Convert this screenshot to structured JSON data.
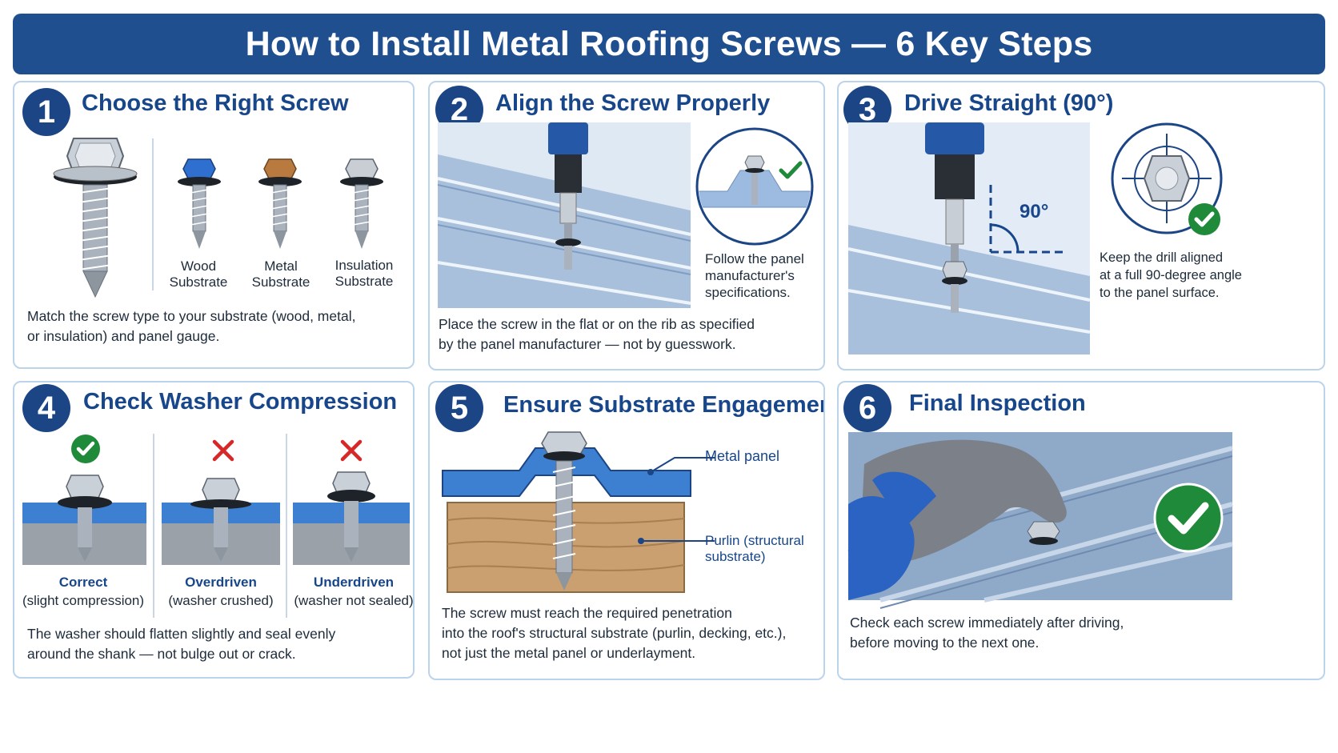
{
  "title": "How to Install Metal Roofing Screws — 6 Key Steps",
  "steps": [
    {
      "number": "1",
      "title": "Choose the Right Screw",
      "substrates": [
        {
          "line1": "Wood",
          "line2": "Substrate",
          "color": "#2f6fcf"
        },
        {
          "line1": "Metal",
          "line2": "Substrate",
          "color": "#b87a3f"
        },
        {
          "line1": "Insulation",
          "line2": "Substrate",
          "color": "#c9ced4"
        }
      ],
      "caption": [
        "Match the screw type to your substrate (wood, metal,",
        "or insulation) and panel gauge."
      ]
    },
    {
      "number": "2",
      "title": "Align the Screw Properly",
      "side_note": [
        "Follow the panel",
        "manufacturer's",
        "specifications."
      ],
      "caption": [
        "Place the screw in the flat or on the rib as specified",
        "by the panel manufacturer — not by guesswork."
      ]
    },
    {
      "number": "3",
      "title": "Drive Straight (90°)",
      "angle_label": "90°",
      "side_note": [
        "Keep the drill aligned",
        "at a full 90-degree angle",
        "to the panel surface."
      ]
    },
    {
      "number": "4",
      "title": "Check Washer Compression",
      "states": [
        {
          "label": "Correct",
          "detail": "(slight compression)",
          "status": "ok"
        },
        {
          "label": "Overdriven",
          "detail": "(washer crushed)",
          "status": "bad"
        },
        {
          "label": "Underdriven",
          "detail": "(washer not sealed)",
          "status": "bad"
        }
      ],
      "caption": [
        "The washer should flatten slightly and seal evenly",
        "around the shank — not bulge out or crack."
      ]
    },
    {
      "number": "5",
      "title": "Ensure Substrate Engagement",
      "callout_panel": "Metal panel",
      "callout_purlin": [
        "Purlin (structural",
        "substrate)"
      ],
      "caption": [
        "The screw must reach the required penetration",
        "into the roof's structural substrate (purlin, decking, etc.),",
        "not just the metal panel or underlayment."
      ]
    },
    {
      "number": "6",
      "title": "Final Inspection",
      "caption": [
        "Check each screw immediately after driving,",
        "before moving to the next one."
      ]
    }
  ],
  "colors": {
    "brand_blue": "#1f4f8f",
    "title_blue": "#17468a",
    "card_border": "#bcd3ec",
    "check_green": "#1f8a3a",
    "error_red": "#d62828",
    "panel_blue": "#3d7fd0"
  },
  "icons": [
    "check-icon",
    "cross-icon",
    "drill-icon",
    "screw-icon"
  ]
}
